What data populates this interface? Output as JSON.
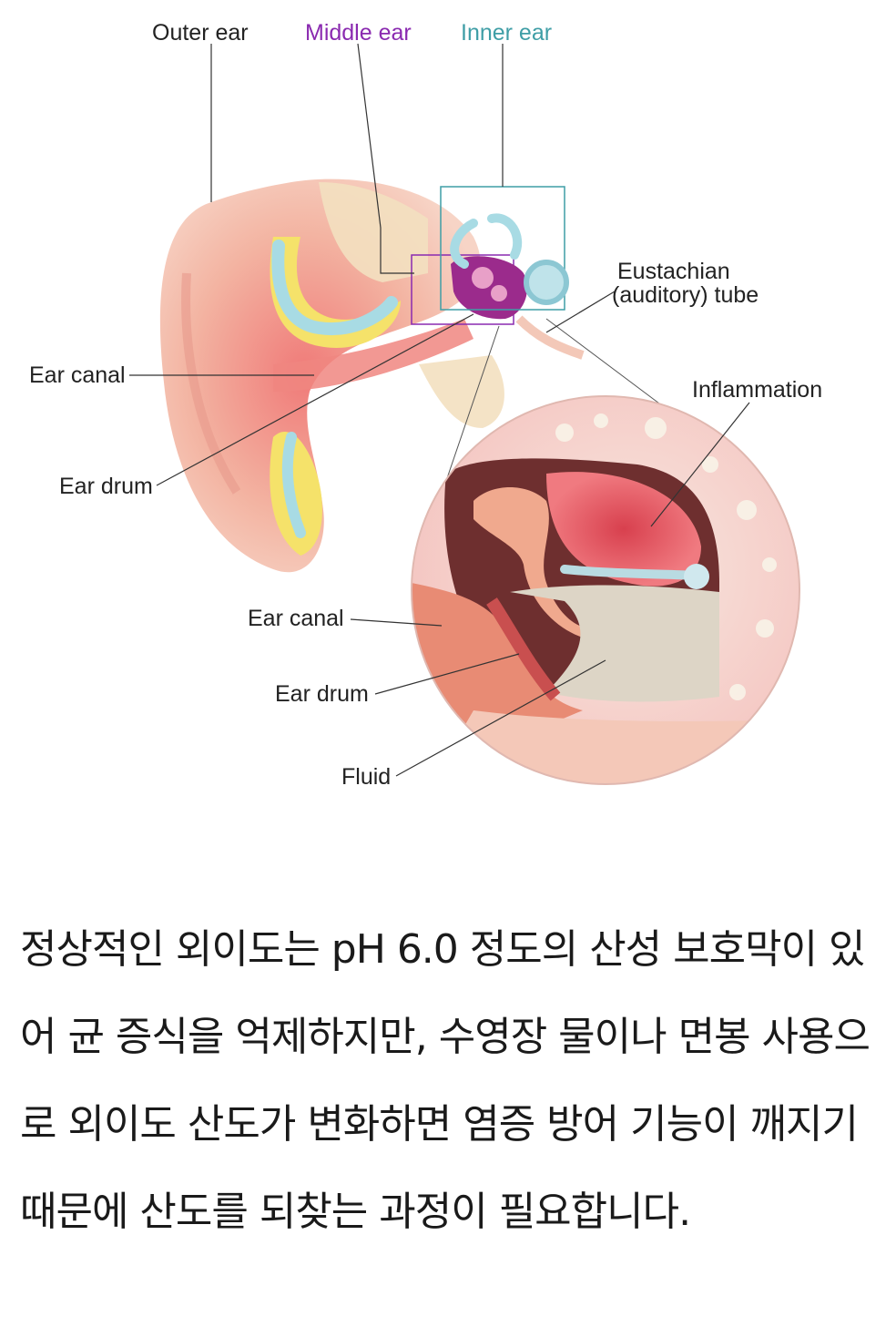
{
  "labels": {
    "outer_ear": "Outer ear",
    "middle_ear": "Middle ear",
    "inner_ear": "Inner ear",
    "eustachian_line1": "Eustachian",
    "eustachian_line2": "(auditory) tube",
    "ear_canal": "Ear canal",
    "ear_drum": "Ear drum",
    "inflammation": "Inflammation",
    "ear_canal_detail": "Ear canal",
    "ear_drum_detail": "Ear drum",
    "fluid": "Fluid"
  },
  "colors": {
    "middle_ear_accent": "#8a2ab0",
    "inner_ear_accent": "#3f9ea6",
    "skin": "#f2b8a8",
    "inflammation": "#e24a5a",
    "fluid": "#d9d2c3",
    "cartilage": "#f5e26a"
  },
  "caption": "정상적인 외이도는 pH 6.0 정도의 산성 보호막이 있어 균 증식을 억제하지만, 수영장 물이나 면봉 사용으로 외이도 산도가 변화하면 염증 방어 기능이 깨지기 때문에 산도를 되찾는 과정이 필요합니다."
}
